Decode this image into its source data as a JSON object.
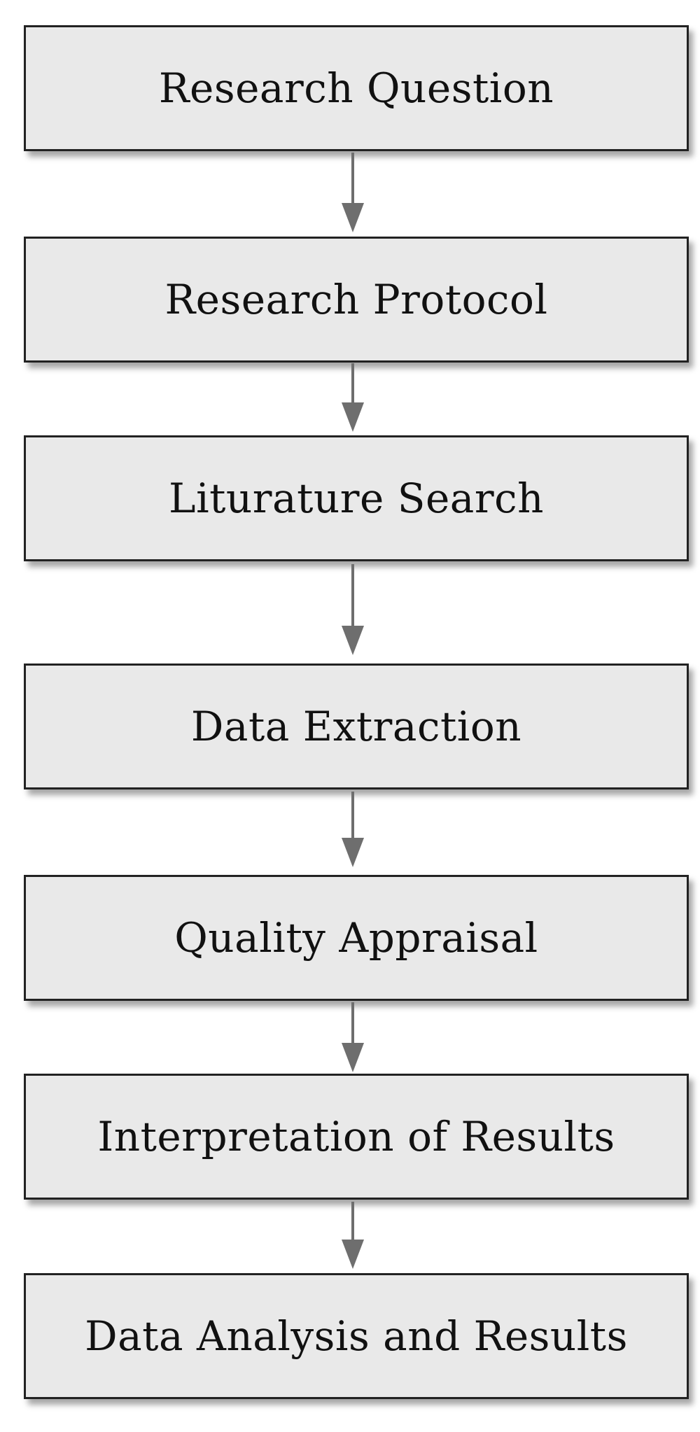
{
  "flowchart": {
    "steps": [
      {
        "label": "Research Question"
      },
      {
        "label": "Research Protocol"
      },
      {
        "label": "Liturature Search"
      },
      {
        "label": "Data Extraction"
      },
      {
        "label": "Quality Appraisal"
      },
      {
        "label": "Interpretation of Results"
      },
      {
        "label": "Data Analysis and Results"
      }
    ]
  },
  "colors": {
    "box_fill": "#e9e9e9",
    "box_border": "#222222",
    "arrow": "#6e6e6e"
  }
}
